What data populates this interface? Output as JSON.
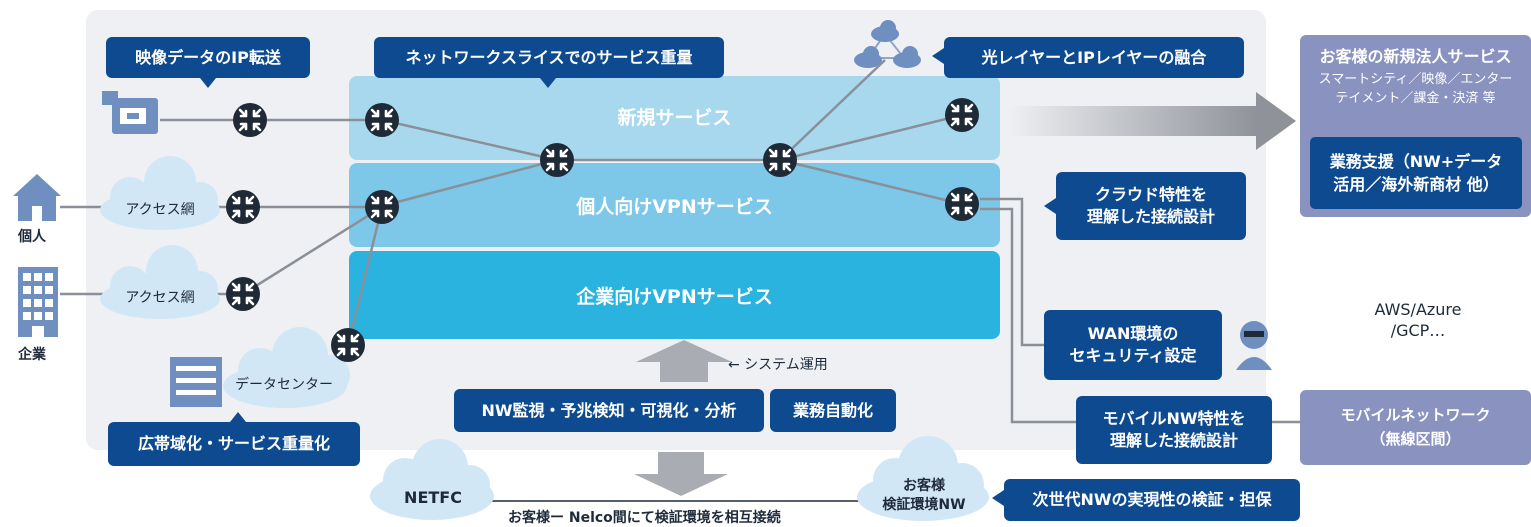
{
  "callouts": {
    "video_ip": "映像データのIP転送",
    "slice": "ネットワークスライスでのサービス重量",
    "fusion": "光レイヤーとIPレイヤーの融合",
    "cloud_design_1": "クラウド特性を",
    "cloud_design_2": "理解した接続設計",
    "wan_1": "WAN環境の",
    "wan_2": "セキュリティ設定",
    "mobile_design_1": "モバイルNW特性を",
    "mobile_design_2": "理解した接続設計",
    "broadband": "広帯域化・サービス重量化",
    "nextgen": "次世代NWの実現性の検証・担保",
    "monitoring": "NW監視・予兆検知・可視化・分析",
    "automation": "業務自動化"
  },
  "layers": {
    "new_service": "新規サービス",
    "personal_vpn": "個人向けVPNサービス",
    "enterprise_vpn": "企業向けVPNサービス"
  },
  "clouds": {
    "access1": "アクセス網",
    "access2": "アクセス網",
    "datacenter": "データセンター",
    "netfc": "NETFC",
    "customer_env_1": "お客様",
    "customer_env_2": "検証環境NW"
  },
  "labels": {
    "individual": "個人",
    "enterprise": "企業",
    "system_ops": "← システム運用",
    "interconnect": "お客様ー Nelco間にて検証環境を相互接続"
  },
  "right_panel": {
    "new_biz_title": "お客様の新規法人サービス",
    "new_biz_desc_1": "スマートシティ／映像／エンター",
    "new_biz_desc_2": "テイメント／課金・決済 等",
    "support_1": "業務支援（NW+データ",
    "support_2": "活用／海外新商材 他）",
    "multicloud_title": "マルチクラウド",
    "multicloud_cloud_1": "AWS/Azure",
    "multicloud_cloud_2": "/GCP…",
    "mobile_title": "モバイルネットワーク",
    "mobile_sub": "（無線区間）"
  },
  "colors": {
    "navy": "#0d4a8f",
    "layer_top": "#a8d8ee",
    "layer_mid": "#7dc7e8",
    "layer_bottom": "#2bb3e0",
    "panel_bg": "#eef0f3",
    "right_box": "#8a92bf",
    "cloud": "#d2e7f6",
    "router": "#1f2a36",
    "icon": "#6e8fbf"
  }
}
